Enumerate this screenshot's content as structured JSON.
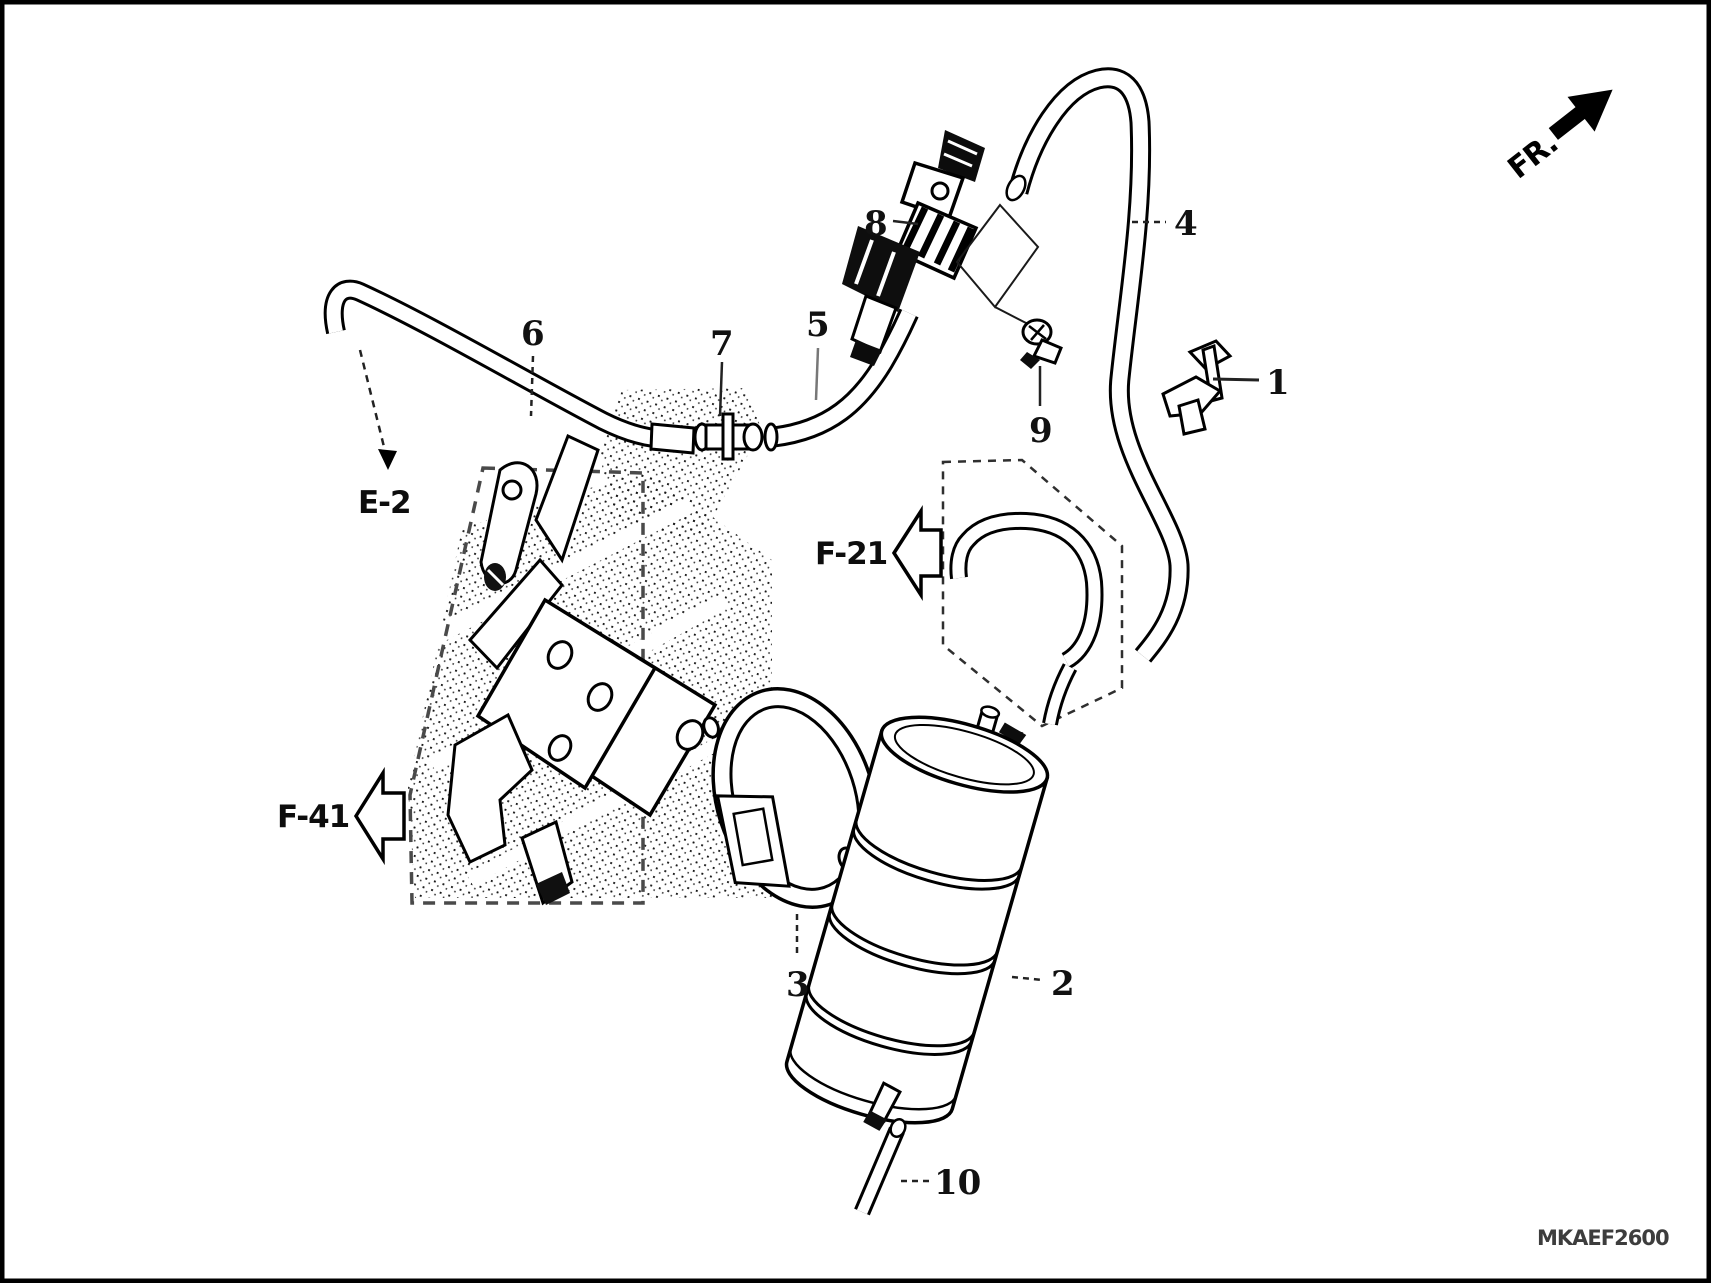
{
  "diagram": {
    "part_code": "MKAEF2600",
    "orientation_label": "FR.",
    "refs": {
      "e2": "E-2",
      "f21": "F-21",
      "f41": "F-41"
    },
    "callouts": {
      "c1": "1",
      "c2": "2",
      "c3": "3",
      "c4": "4",
      "c5": "5",
      "c6": "6",
      "c7": "7",
      "c8": "8",
      "c9": "9",
      "c10": "10"
    },
    "colors": {
      "line": "#000000",
      "dashed_region": "#4a4a4a",
      "background": "#ffffff",
      "code_text": "#3d3d3d"
    }
  }
}
